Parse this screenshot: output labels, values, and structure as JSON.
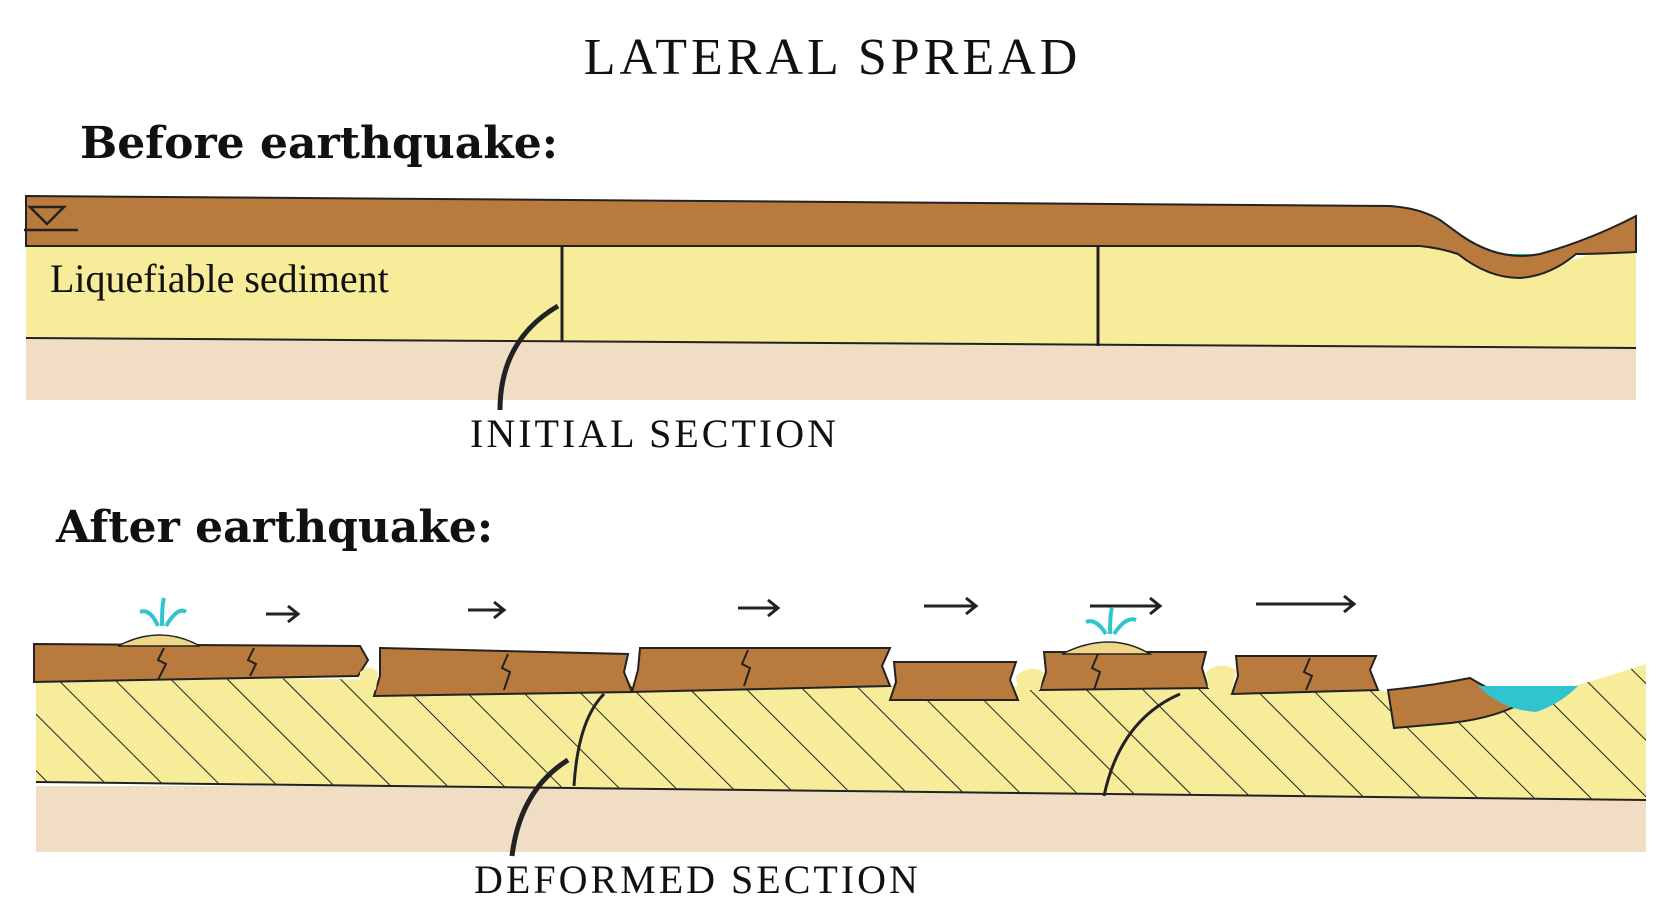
{
  "title": "LATERAL SPREAD",
  "before": {
    "heading": "Before earthquake:",
    "layer_label": "Liquefiable sediment",
    "section_label": "INITIAL SECTION"
  },
  "after": {
    "heading": "After earthquake:",
    "section_label": "DEFORMED SECTION"
  },
  "colors": {
    "crust": "#b87a3d",
    "liquefiable": "#f7ec9a",
    "base": "#f1dcc4",
    "water": "#2fc4cf",
    "sand_boil": "#efd78a",
    "line": "#222222"
  },
  "icons": [
    "water-table-icon",
    "sand-boil-icon",
    "movement-arrow-icon"
  ]
}
